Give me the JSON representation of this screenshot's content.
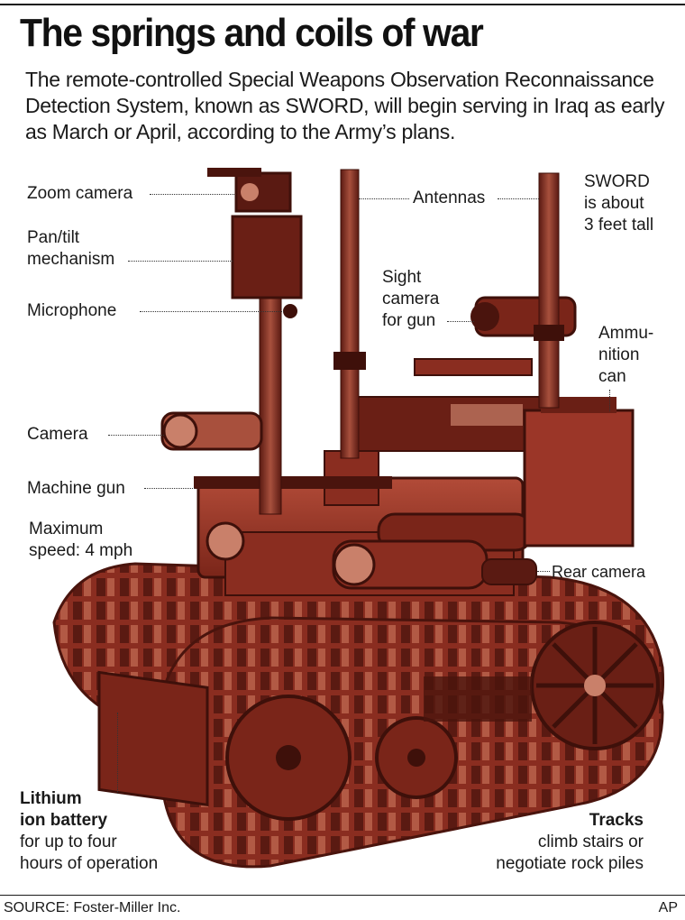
{
  "header": {
    "title": "The springs and coils of war",
    "intro": "The remote-controlled Special Weapons Observation Reconnaissance Detection System, known as SWORD, will begin serving in Iraq as early as March or April, according to the Army’s plans."
  },
  "labels": {
    "zoom_camera": "Zoom camera",
    "pan_tilt_1": "Pan/tilt",
    "pan_tilt_2": "mechanism",
    "microphone": "Microphone",
    "camera": "Camera",
    "machine_gun": "Machine gun",
    "max_speed_1": "Maximum",
    "max_speed_2": "speed: 4 mph",
    "antennas": "Antennas",
    "sword_height_1": "SWORD",
    "sword_height_2": "is about",
    "sword_height_3": "3 feet tall",
    "sight_camera_1": "Sight",
    "sight_camera_2": "camera",
    "sight_camera_3": "for gun",
    "ammo_1": "Ammu-",
    "ammo_2": "nition",
    "ammo_3": "can",
    "rear_camera": "Rear camera",
    "battery_1": "Lithium",
    "battery_2": "ion battery",
    "battery_3": "for up to four",
    "battery_4": "hours of operation",
    "tracks_1": "Tracks",
    "tracks_2": "climb stairs or",
    "tracks_3": "negotiate rock piles"
  },
  "footer": {
    "source": "SOURCE: Foster-Miller Inc.",
    "credit": "AP"
  },
  "colors": {
    "photo_base": "#9b3628",
    "photo_dark": "#5a1a12",
    "photo_light": "#c9806a"
  }
}
